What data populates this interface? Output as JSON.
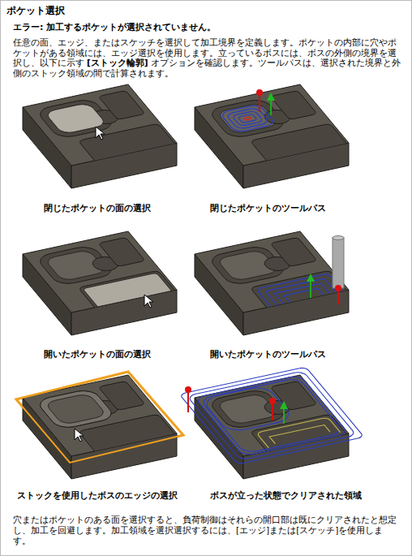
{
  "diagram": {
    "title": "ポケット選択",
    "labels": [
      "エラー: 加工するポケットが選択されていません。",
      "任意の面、エッジ、またはスケッチを選択して加工境界を定義します。ポケットの内部に穴やポケットがある領域には、エッジ選択を使用します。立っているボスには、ボスの外側の境界を選択し、以下に示す",
      "[ストック輪郭]",
      "オプションを確認します。ツールパスは、選択された境界と外側のストック領域の間で計算されます。",
      "閉じたポケットの面の選択",
      "閉じたポケットのツールパス",
      "開いたポケットの面の選択",
      "開いたポケットのツールパス",
      "ストックを使用したボスのエッジの選択",
      "ボスが立った状態でクリアされた領域",
      "穴またはポケットのある面を選択すると、負荷制御はそれらの開口部は既にクリアされたと想定し、加工を回避します。加工領域を選択選択するには、[エッジ]または[スケッチ]を使用します。"
    ]
  }
}
